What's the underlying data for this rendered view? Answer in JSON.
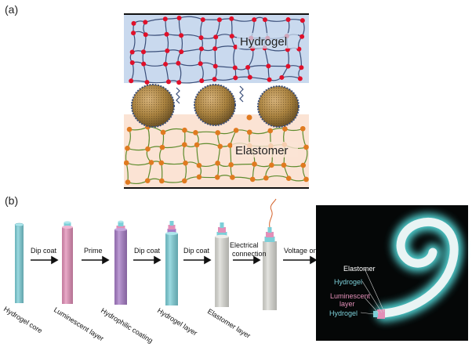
{
  "panel_a": {
    "label": "(a)",
    "hydrogel_label": "Hydrogel",
    "elastomer_label": "Elastomer",
    "colors": {
      "hydrogel_bg": "#c9d9ee",
      "elastomer_bg": "#fbe3d4",
      "crosslink": "#e0102a",
      "elastomer_node": "#e07a20",
      "particle": "#b08a4a"
    }
  },
  "panel_b": {
    "label": "(b)",
    "step_labels": [
      "Hydrogel core",
      "Luminescent layer",
      "Hydrophilic coating",
      "Hydrogel layer",
      "Elastomer layer"
    ],
    "arrow_labels": [
      "Dip coat",
      "Prime",
      "Dip coat",
      "Dip coat",
      "Electrical connection",
      "Voltage on"
    ],
    "photo_labels": {
      "elastomer": "Elastomer",
      "hydrogel_outer": "Hydrogel",
      "luminescent": "Luminescent layer",
      "hydrogel_inner": "Hydrogel"
    },
    "colors": {
      "hydrogel": "#7ccfd8",
      "luminescent": "#e38fb8",
      "hydrophilic": "#a77cc7",
      "elastomer": "#dcdcd6",
      "glow": "#59e6e6"
    }
  }
}
